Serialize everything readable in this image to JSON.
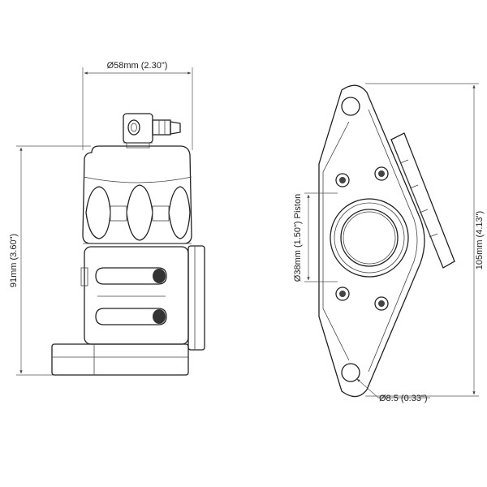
{
  "dimensions": {
    "width_top": "Ø58mm (2.30\")",
    "height_side": "91mm (3.60\")",
    "piston": "Ø38mm (1.50\") Piston",
    "height_flange": "105mm (4.13\")",
    "hole": "Ø8.5 (0.33\")"
  },
  "colors": {
    "body_dark": "#555555",
    "body_mid": "#7a7a7a",
    "body_light": "#a8a8a8",
    "line": "#222222"
  }
}
